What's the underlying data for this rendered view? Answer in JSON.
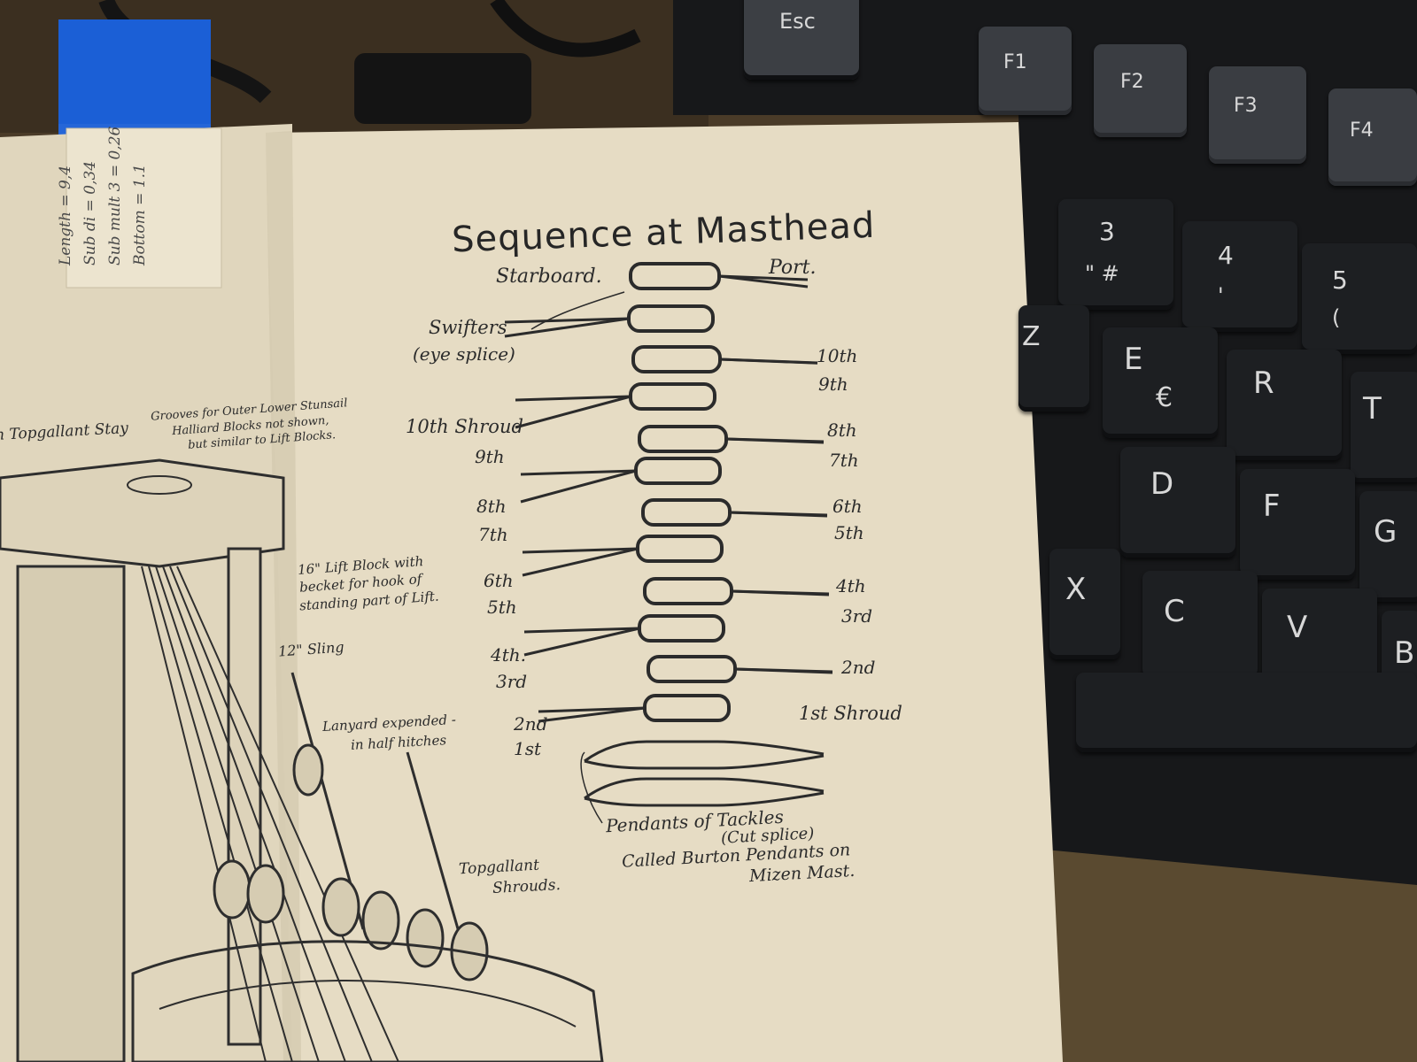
{
  "masthead_page": {
    "title": "Sequence at Masthead",
    "side_starboard": "Starboard.",
    "side_port": "Port.",
    "swifters": "Swifters",
    "eye_splice": "(eye splice)",
    "port_labels": [
      "10th",
      "9th",
      "8th",
      "7th",
      "6th",
      "5th",
      "4th",
      "3rd",
      "2nd",
      "1st Shroud"
    ],
    "starboard_labels": [
      "10th Shroud",
      "9th",
      "8th",
      "7th",
      "6th",
      "5th",
      "4th.",
      "3rd",
      "2nd",
      "1st"
    ],
    "pendants": "Pendants of Tackles",
    "cut_splice": "(Cut splice)",
    "burton_line1": "Called Burton Pendants on",
    "burton_line2": "Mizen Mast."
  },
  "rigging_page": {
    "topgallant_stay": "n Topgallant Stay",
    "grooves_line1": "Grooves for Outer Lower Stunsail",
    "grooves_line2": "Halliard Blocks not shown,",
    "grooves_line3": "but similar to Lift Blocks.",
    "lift_block_line1": "16\" Lift Block with",
    "lift_block_line2": "becket for hook of",
    "lift_block_line3": "standing part of Lift.",
    "sling": "12\" Sling",
    "lanyard_line1": "Lanyard expended -",
    "lanyard_line2": "in half hitches",
    "topgallant_shrouds_line1": "Topgallant",
    "topgallant_shrouds_line2": "Shrouds."
  },
  "handwritten_note": [
    "Length = 9,4",
    "Sub di = 0,34",
    "Sub mult 3 = 0,26",
    "Bottom = 1.1"
  ],
  "keyboard": {
    "esc": "Esc",
    "f_keys": [
      "F1",
      "F2",
      "F3",
      "F4"
    ],
    "number_keys": [
      {
        "main": "3",
        "sub": "\" #"
      },
      {
        "main": "4",
        "sub": "'"
      },
      {
        "main": "5",
        "sub": "("
      }
    ],
    "letter_row_1": [
      "Z",
      "E",
      "R",
      "T"
    ],
    "euro": "€",
    "letter_row_2": [
      "D",
      "F",
      "G"
    ],
    "letter_row_3": [
      "X",
      "C",
      "V",
      "B"
    ]
  },
  "colors": {
    "paper": "#e6dcc4",
    "paper_left": "#e0d6bd",
    "ink": "#2b2b2b",
    "keyboard_body": "#17181a",
    "desk": "#4a3b28",
    "blue_tape": "#1b5fd6"
  }
}
